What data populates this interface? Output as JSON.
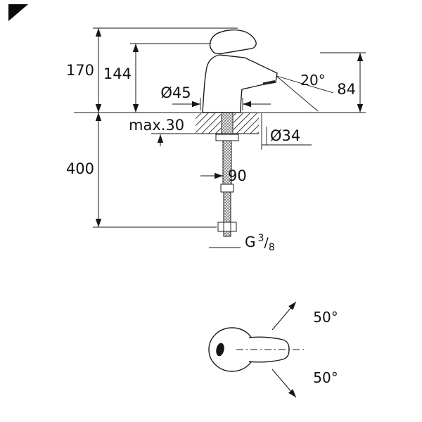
{
  "image": {
    "background": "#ffffff",
    "line_color": "#161616",
    "watermark_color": "#0a0a0a"
  },
  "side_view": {
    "dimensions": {
      "overall_height": "170",
      "spout_height": "144",
      "base_diameter": "Ø45",
      "spout_angle": "20°",
      "outlet_height": "84",
      "max_thickness": "max.30",
      "hole_diameter": "Ø34",
      "hose_length": "400",
      "dim_90": "90",
      "thread": {
        "prefix": "G",
        "numerator": "3",
        "slash": "/",
        "denominator": "8"
      }
    }
  },
  "top_view": {
    "dimensions": {
      "swing_upper": "50°",
      "swing_lower": "50°"
    }
  }
}
